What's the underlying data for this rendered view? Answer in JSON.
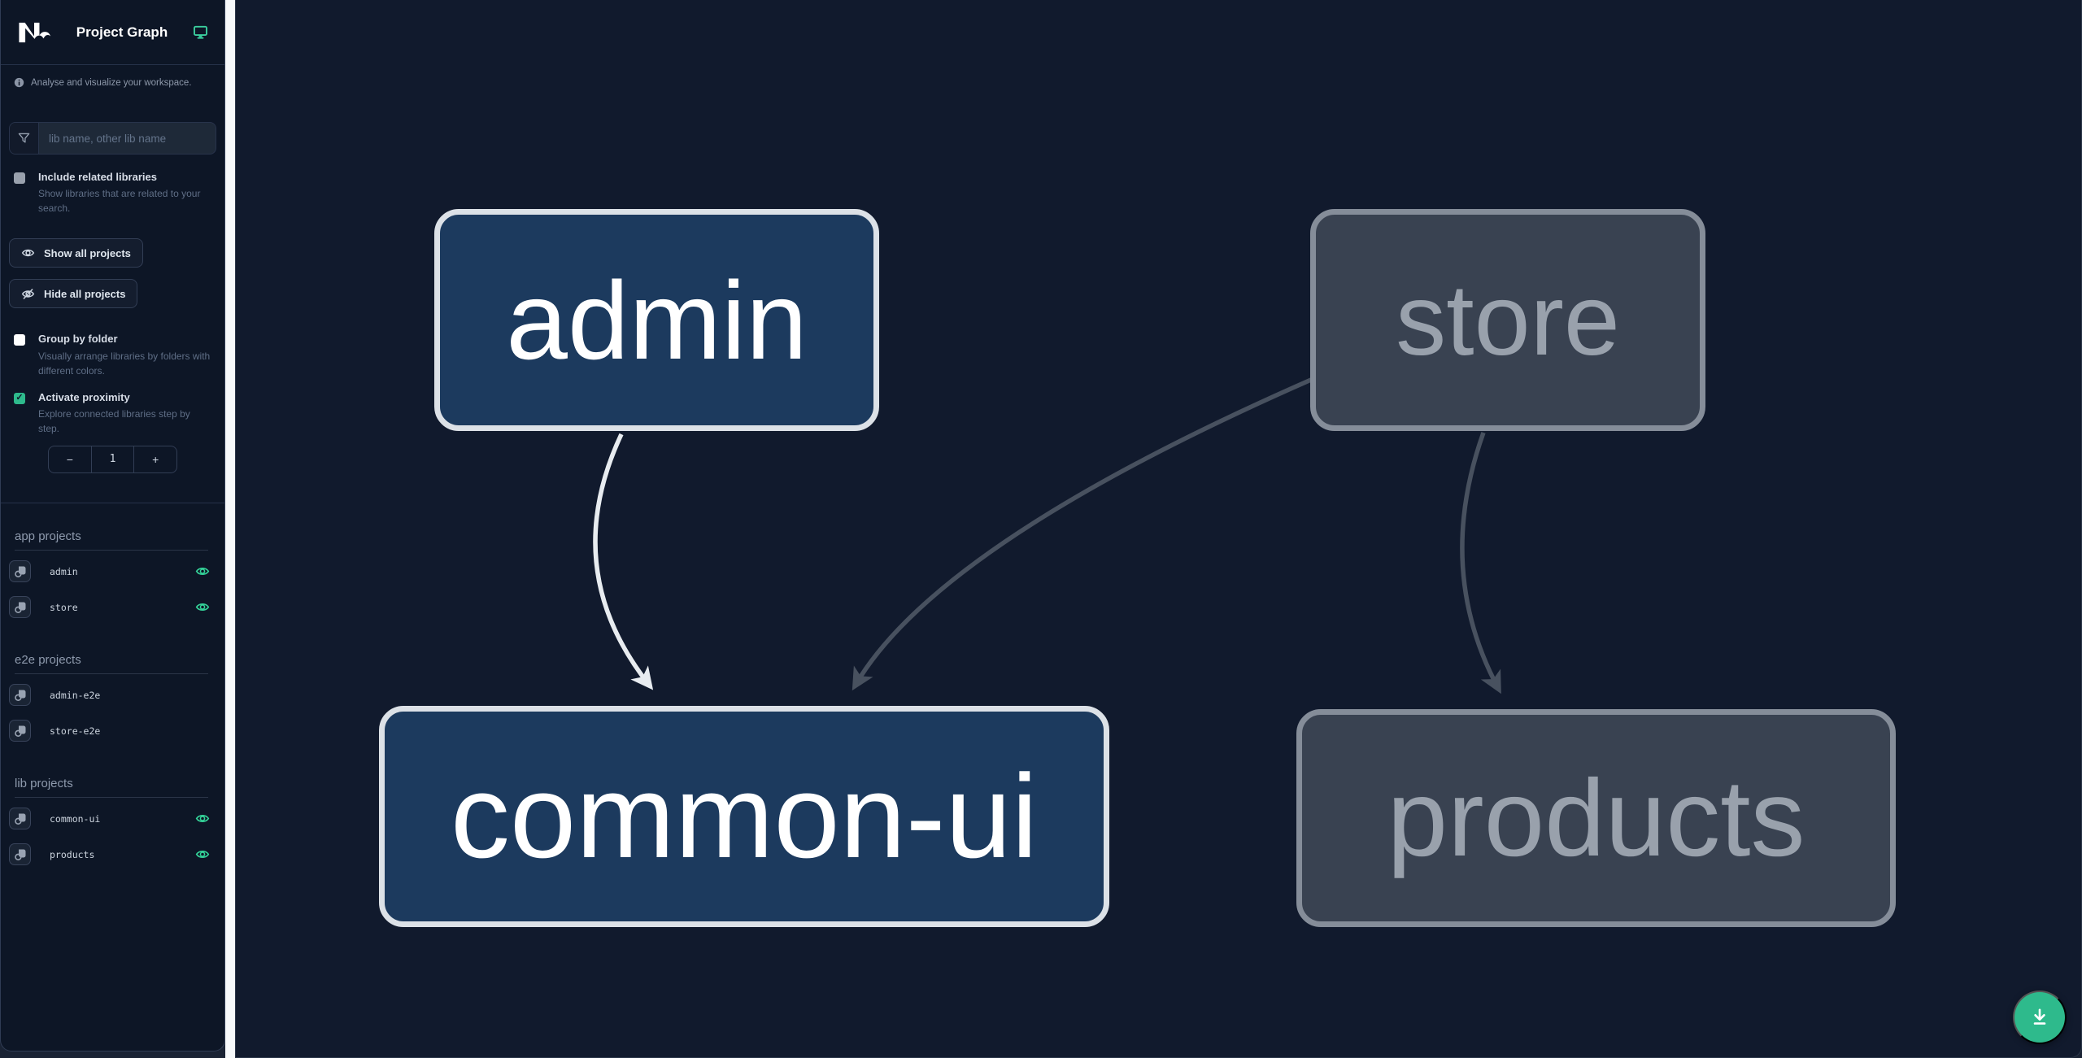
{
  "header": {
    "title": "Project Graph",
    "logo_icon": "nx-logo",
    "status_icon": "monitor-icon"
  },
  "sidebar": {
    "tagline": "Analyse and visualize your workspace.",
    "search": {
      "placeholder": "lib name, other lib name",
      "value": ""
    },
    "include_related": {
      "label": "Include related libraries",
      "description": "Show libraries that are related to your search.",
      "checked": false,
      "disabled": true
    },
    "show_all_label": "Show all projects",
    "hide_all_label": "Hide all projects",
    "group_by_folder": {
      "label": "Group by folder",
      "description": "Visually arrange libraries by folders with different colors.",
      "checked": false
    },
    "activate_proximity": {
      "label": "Activate proximity",
      "description": "Explore connected libraries step by step.",
      "checked": true
    },
    "proximity_stepper": {
      "decrement": "−",
      "value": "1",
      "increment": "+"
    },
    "sections": [
      {
        "title": "app projects",
        "items": [
          {
            "name": "admin",
            "eye_visible": true
          },
          {
            "name": "store",
            "eye_visible": true
          }
        ]
      },
      {
        "title": "e2e projects",
        "items": [
          {
            "name": "admin-e2e",
            "eye_visible": false
          },
          {
            "name": "store-e2e",
            "eye_visible": false
          }
        ]
      },
      {
        "title": "lib projects",
        "items": [
          {
            "name": "common-ui",
            "eye_visible": true
          },
          {
            "name": "products",
            "eye_visible": true
          }
        ]
      }
    ]
  },
  "graph": {
    "nodes": [
      {
        "label": "admin",
        "type": "app",
        "state": "focused"
      },
      {
        "label": "store",
        "type": "app",
        "state": "unfocused"
      },
      {
        "label": "common-ui",
        "type": "lib",
        "state": "focused"
      },
      {
        "label": "products",
        "type": "lib",
        "state": "unfocused"
      }
    ],
    "edges": [
      {
        "from": "admin",
        "to": "common-ui",
        "state": "focused"
      },
      {
        "from": "store",
        "to": "common-ui",
        "state": "unfocused"
      },
      {
        "from": "store",
        "to": "products",
        "state": "unfocused"
      }
    ]
  },
  "fab": {
    "icon": "download-icon"
  },
  "colors": {
    "accent_green": "#2eba8c",
    "eye_green": "#34d399",
    "focused_node_fill": "#1c3a5e",
    "focused_node_border": "#dce1e7",
    "unfocused_node_fill": "#394251",
    "unfocused_node_border": "#858d99",
    "focused_edge": "#e8ecf0",
    "unfocused_edge": "#48515f",
    "sidebar_bg": "#0d1626",
    "canvas_bg": "#111a2d"
  },
  "checkmark": "✓"
}
